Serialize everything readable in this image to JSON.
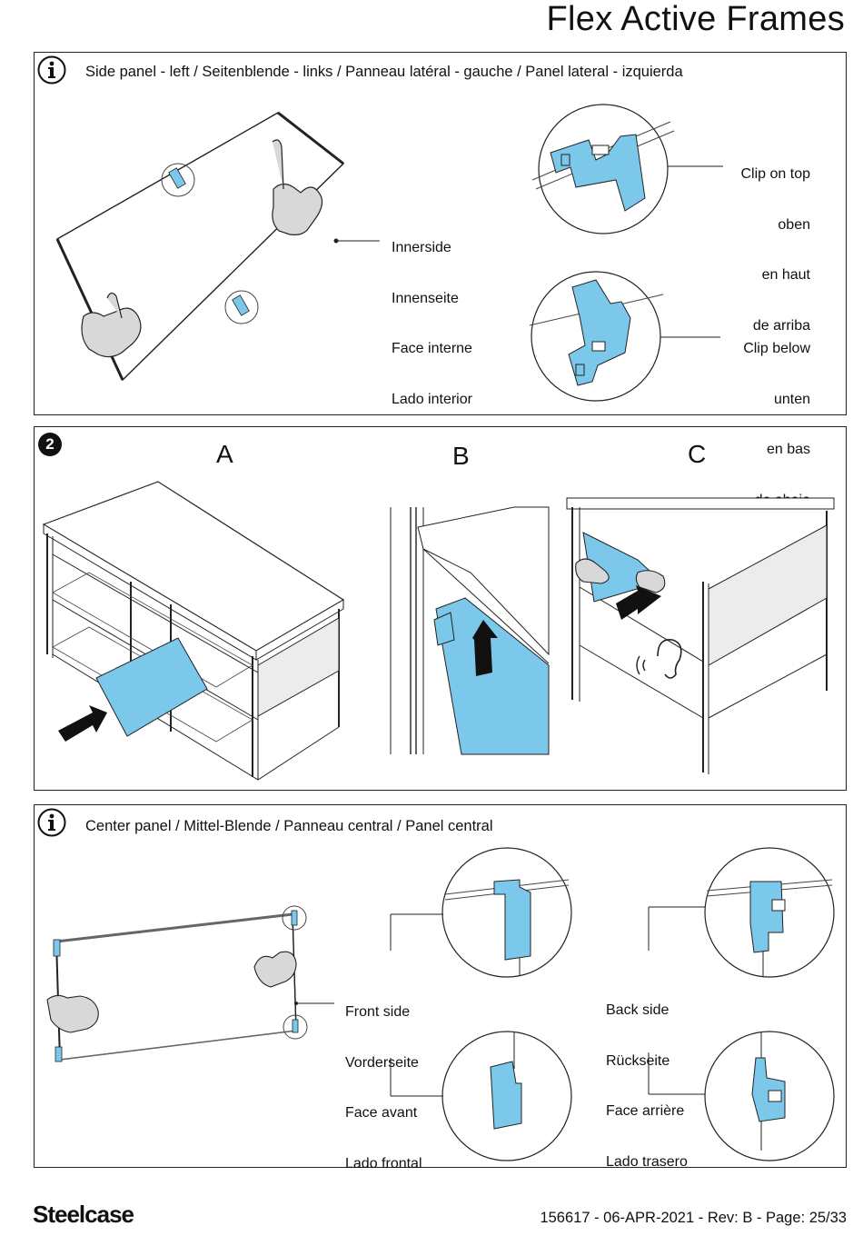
{
  "doc_title": "Flex Active Frames",
  "section1": {
    "header": "Side panel - left / Seitenblende - links / Panneau latéral - gauche / Panel lateral - izquierda",
    "innerside": [
      "Innerside",
      "Innenseite",
      "Face interne",
      "Lado interior"
    ],
    "clip_top": [
      "Clip on top",
      "oben",
      "en haut",
      "de arriba"
    ],
    "clip_below": [
      "Clip below",
      "unten",
      "en bas",
      "de abajo"
    ]
  },
  "section2": {
    "step": "2",
    "a": "A",
    "b": "B",
    "c": "C"
  },
  "section3": {
    "header": "Center panel / Mittel-Blende / Panneau central / Panel central",
    "front": [
      "Front side",
      "Vorderseite",
      "Face avant",
      "Lado frontal"
    ],
    "back": [
      "Back side",
      "Rückseite",
      "Face arrière",
      "Lado trasero"
    ]
  },
  "footer": {
    "logo": "Steelcase",
    "ref": "156617 - 06-APR-2021 - Rev: B - Page: 25/33"
  },
  "colors": {
    "accent_blue": "#7cc8ea",
    "hand_gray": "#d8d8d8",
    "panel_fill": "#ececec"
  }
}
